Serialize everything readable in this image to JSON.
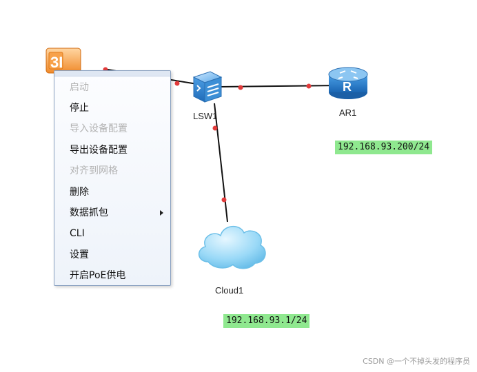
{
  "devices": {
    "switch": {
      "label": "LSW1"
    },
    "router": {
      "label": "AR1",
      "router_glyph": "R"
    },
    "cloud": {
      "label": "Cloud1"
    },
    "pc": {
      "icon_text": "3I"
    }
  },
  "ip_tags": {
    "router_ip": "192.168.93.200/24",
    "cloud_ip": "192.168.93.1/24"
  },
  "context_menu": {
    "items": [
      {
        "label": "启动",
        "enabled": false
      },
      {
        "label": "停止",
        "enabled": true
      },
      {
        "label": "导入设备配置",
        "enabled": false
      },
      {
        "label": "导出设备配置",
        "enabled": true
      },
      {
        "label": "对齐到网格",
        "enabled": false
      },
      {
        "label": "删除",
        "enabled": true
      },
      {
        "label": "数据抓包",
        "enabled": true,
        "has_submenu": true
      },
      {
        "label": "CLI",
        "enabled": true
      },
      {
        "label": "设置",
        "enabled": true
      },
      {
        "label": "开启PoE供电",
        "enabled": true
      }
    ]
  },
  "watermark": "CSDN @一个不掉头发的程序员",
  "colors": {
    "link_line": "#111111",
    "port_dot": "#e23b3b",
    "ip_tag_bg": "#8fe88f",
    "switch_blue": "#3c8fd6",
    "router_blue": "#2f86d2",
    "cloud_blue": "#8fd3f5"
  }
}
